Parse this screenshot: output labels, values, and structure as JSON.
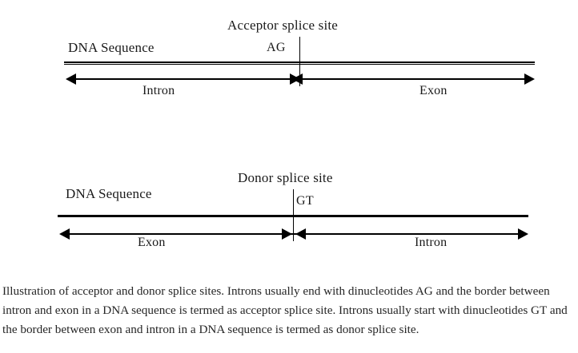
{
  "figure": {
    "diagrams": [
      {
        "id": "acceptor",
        "title": "Acceptor splice site",
        "sequence_label": "DNA Sequence",
        "dinucleotide": "AG",
        "dinucleotide_side": "left",
        "left_region": "Intron",
        "right_region": "Exon",
        "left_arrow": "arrow-left-icon",
        "right_arrow": "arrow-right-icon",
        "junction_marker": "bowtie-arrow-junction-icon",
        "tick": "splice-site-tick-icon"
      },
      {
        "id": "donor",
        "title": "Donor splice site",
        "sequence_label": "DNA Sequence",
        "dinucleotide": "GT",
        "dinucleotide_side": "right",
        "left_region": "Exon",
        "right_region": "Intron",
        "left_arrow": "arrow-left-icon",
        "right_arrow": "arrow-right-icon",
        "junction_marker": "opposing-arrow-junction-icon",
        "tick": "splice-site-tick-icon"
      }
    ]
  },
  "caption": {
    "text": "Illustration of acceptor and donor splice sites. Introns usually end with dinucleotides AG and the border between intron and exon in a DNA sequence is termed as acceptor splice site. Introns usually start with dinucleotides GT and the border between exon and intron in a DNA sequence is termed as donor splice site."
  },
  "colors": {
    "ink": "#000000",
    "text": "#1a1a1a",
    "caption_text": "#262626",
    "background": "#ffffff"
  }
}
